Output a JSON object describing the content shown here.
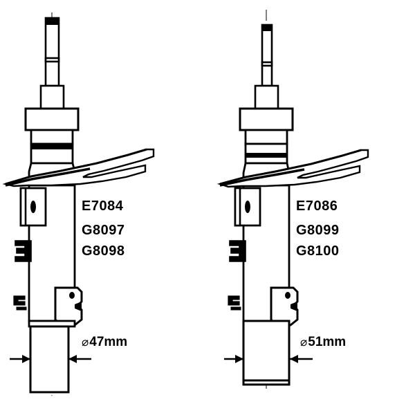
{
  "drawing": {
    "title": "Suspension strut reference drawing",
    "background_color": "#ffffff",
    "line_color": "#000000",
    "view_count": 2
  },
  "struts": [
    {
      "id": "left-strut",
      "position": "left",
      "part_numbers": [
        "E7084",
        "G8097",
        "G8098"
      ],
      "dimension": {
        "symbol": "⌀",
        "value": "47",
        "unit": "mm",
        "text": "47mm",
        "full_text": "⌀47mm"
      },
      "tube_outer_diameter_mm": 47,
      "features": [
        "piston-rod",
        "rod-shoulder-step",
        "upper-collar",
        "stepped-body",
        "black-band",
        "steering-knuckle-flange",
        "mounting-bracket-oval-hole",
        "c-clip-bracket",
        "brake-hose-clip",
        "lower-knuckle-bracket",
        "lower-tube"
      ]
    },
    {
      "id": "right-strut",
      "position": "right",
      "part_numbers": [
        "E7086",
        "G8099",
        "G8100"
      ],
      "dimension": {
        "symbol": "⌀",
        "value": "51",
        "unit": "mm",
        "text": "51mm",
        "full_text": "⌀51mm"
      },
      "tube_outer_diameter_mm": 51,
      "features": [
        "piston-rod",
        "rod-shoulder-step",
        "upper-collar",
        "stepped-body",
        "black-band",
        "steering-knuckle-flange",
        "mounting-bracket-oval-hole",
        "c-clip-bracket",
        "brake-hose-clip",
        "lower-knuckle-bracket",
        "lower-tube"
      ]
    }
  ]
}
